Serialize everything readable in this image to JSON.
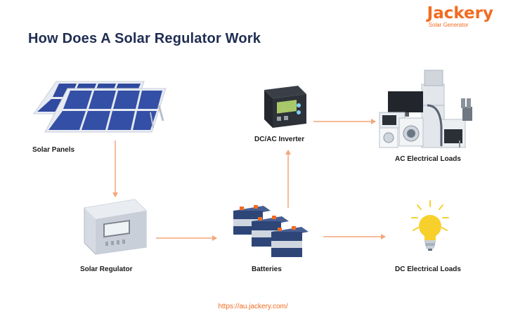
{
  "title": "How Does A Solar Regulator Work",
  "brand": {
    "name": "Jackery",
    "tagline": "Solar Generator"
  },
  "url": "https://au.jackery.com/",
  "nodes": {
    "solar_panels": "Solar Panels",
    "solar_regulator": "Solar Regulator",
    "batteries": "Batteries",
    "inverter": "DC/AC Inverter",
    "ac_loads": "AC Electrical Loads",
    "dc_loads": "DC Electrical Loads"
  },
  "colors": {
    "title": "#1f2d52",
    "accent": "#f26b21",
    "arrow": "#f4a679",
    "panel_cell": "#2f4a9e",
    "panel_frame": "#e7ebf2",
    "battery_body": "#2e4677",
    "bulb": "#f7d02c"
  }
}
